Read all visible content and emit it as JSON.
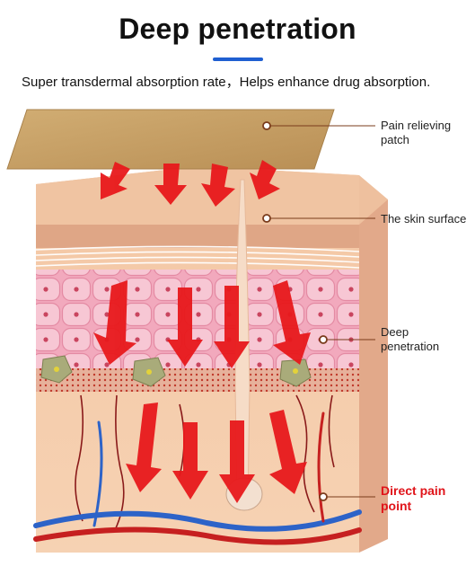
{
  "header": {
    "title": "Deep penetration",
    "subtitle": "Super transdermal absorption rate，Helps enhance drug absorption."
  },
  "labels": {
    "patch": "Pain relieving\npatch",
    "skin_surface": "The skin surface",
    "deep": "Deep\npenetration",
    "direct": "Direct pain\npoint"
  },
  "colors": {
    "accent_line": "#1f5fd1",
    "arrow_red": "#e8191c",
    "label_red": "#e0141a",
    "patch": "#c9a56a"
  },
  "icons": [
    "downward-arrow-icon",
    "callout-dot-icon"
  ]
}
